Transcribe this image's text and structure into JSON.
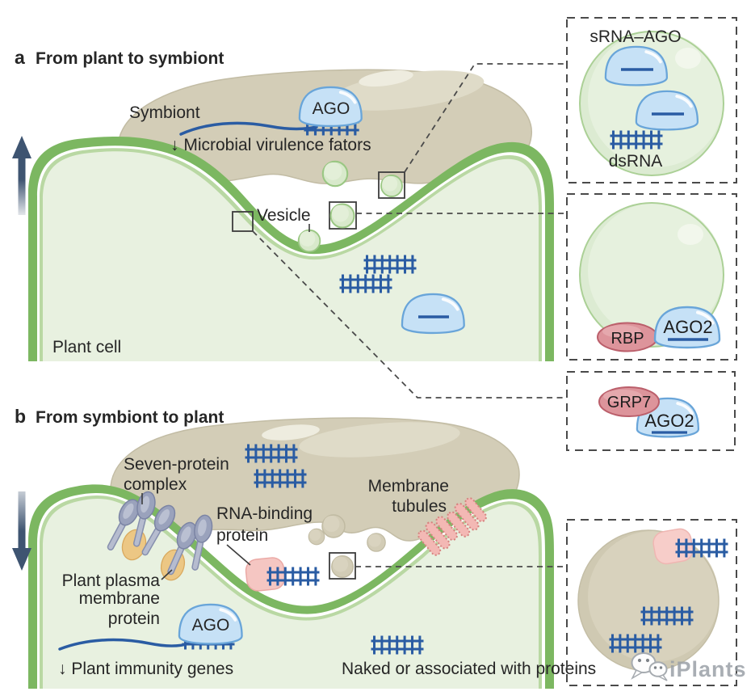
{
  "panel_a": {
    "label": "a",
    "title": "From plant to symbiont",
    "symbiont_label": "Symbiont",
    "ago_label": "AGO",
    "effect_text": "↓ Microbial virulence fators",
    "vesicle_label": "Vesicle",
    "plant_cell_label": "Plant cell"
  },
  "panel_b": {
    "label": "b",
    "title": "From symbiont to plant",
    "seven_protein": {
      "line1": "Seven-protein",
      "line2": "complex"
    },
    "rna_binding": {
      "line1": "RNA-binding",
      "line2": "protein"
    },
    "membrane_tubules": {
      "line1": "Membrane",
      "line2": "tubules"
    },
    "plasma_membrane": {
      "line1": "Plant plasma",
      "line2": "membrane",
      "line3": "protein"
    },
    "ago_label": "AGO",
    "effect_text": "↓ Plant immunity genes",
    "naked_text": "Naked or associated with proteins"
  },
  "callouts": {
    "srna_ago": {
      "title": "sRNA–AGO",
      "dsrna_label": "dsRNA"
    },
    "vesicle_rbp": {
      "rbp_label": "RBP",
      "ago2_label": "AGO2"
    },
    "grp7": {
      "grp7_label": "GRP7",
      "ago2_label": "AGO2"
    }
  },
  "watermark": {
    "text": "iPlants"
  },
  "palette": {
    "membrane_green": "#7cb761",
    "membrane_rim": "#b9d8a3",
    "cell_fill": "#e8f1e0",
    "symbiont_tan": "#d3cdb7",
    "ago_blue": "#c6e1f6",
    "rna_blue": "#2a5ca3",
    "protein_red": "#dd949b",
    "rbp_pink": "#f5c6c2",
    "tubule_pink": "#f3b8b4",
    "complex_gray": "#9aa2bc",
    "membrane_protein_yellow": "#ecc784",
    "arrow_slate": "#3e5471",
    "vesicle_green": "#d8e9cb"
  }
}
